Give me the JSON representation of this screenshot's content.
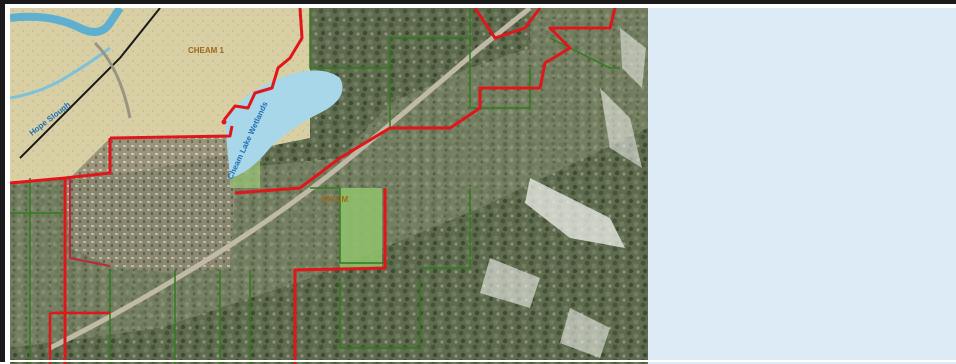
{
  "map": {
    "labels": {
      "area_1": "CHEAM 1",
      "area_2": "KIKUM",
      "wetlands": "Cheam Lake Wetlands",
      "river": "Hope Slough"
    }
  },
  "colors": {
    "boundary_red": "#e0161b",
    "parcel_green": "#2f7d1c",
    "side_panel": "#dcebf5",
    "water": "#a9d7ea",
    "river": "#5fb0d0"
  }
}
